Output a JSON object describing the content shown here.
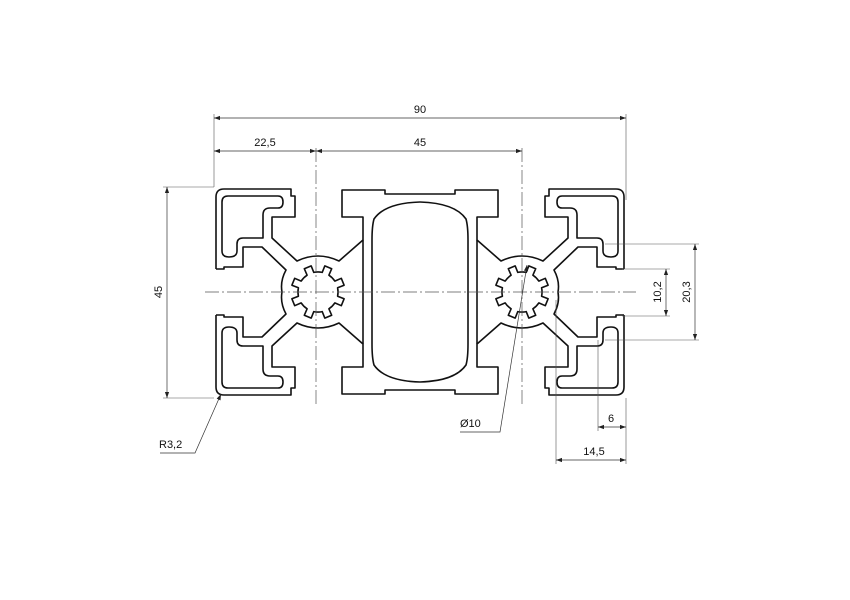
{
  "drawing": {
    "dimensions": {
      "overall_width": "90",
      "half_module": "22,5",
      "slot_pitch": "45",
      "height": "45",
      "slot_inner": "10,2",
      "slot_outer": "20,3",
      "lip_depth": "6",
      "slot_depth": "14,5",
      "corner_radius": "R3,2",
      "core_bore": "Ø10"
    },
    "colors": {
      "line": "#111111",
      "background": "#ffffff"
    }
  }
}
